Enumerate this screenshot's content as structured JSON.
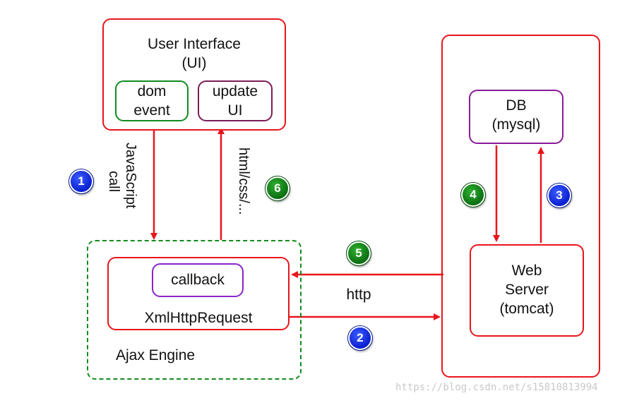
{
  "ui_box": {
    "title_line1": "User Interface",
    "title_line2": "(UI)"
  },
  "dom_event": {
    "line1": "dom",
    "line2": "event"
  },
  "update_ui": {
    "line1": "update",
    "line2": "UI"
  },
  "db": {
    "line1": "DB",
    "line2": "(mysql)"
  },
  "web_server": {
    "line1": "Web",
    "line2": "Server",
    "line3": "(tomcat)"
  },
  "ajax": {
    "callback": "callback",
    "xhr": "XmlHttpRequest",
    "engine": "Ajax Engine"
  },
  "labels": {
    "js_call_line1": "JavaScript",
    "js_call_line2": "call",
    "html_css": "html/css/...",
    "http": "http"
  },
  "badges": [
    "1",
    "2",
    "3",
    "4",
    "5",
    "6"
  ],
  "watermark": "https://blog.csdn.net/s15810813994",
  "colors": {
    "red": "#e8151b",
    "green": "#118b1e",
    "blue": "#0a1fd0",
    "purple": "#8a24c9"
  }
}
